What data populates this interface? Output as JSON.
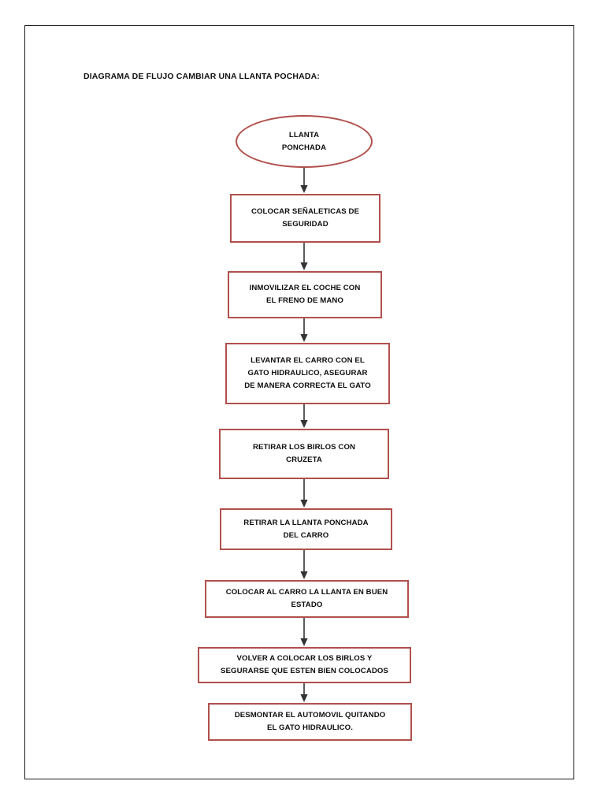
{
  "document": {
    "title": "DIAGRAMA DE FLUJO CAMBIAR UNA LLANTA POCHADA:"
  },
  "theme": {
    "shape_border": "#B0504D",
    "connector": "#333333",
    "page_border": "#1a1a1a",
    "text": "#0d0d0d",
    "background": "#ffffff"
  },
  "flowchart": {
    "type": "flowchart",
    "orientation": "vertical-top-down",
    "nodes": [
      {
        "id": "n1",
        "shape": "terminator",
        "text": "LLANTA\nPONCHADA"
      },
      {
        "id": "n2",
        "shape": "process",
        "text": "COLOCAR SEÑALETICAS DE\nSEGURIDAD"
      },
      {
        "id": "n3",
        "shape": "process",
        "text": "INMOVILIZAR EL COCHE CON\nEL FRENO DE MANO"
      },
      {
        "id": "n4",
        "shape": "process",
        "text": "LEVANTAR EL CARRO CON EL\nGATO HIDRAULICO, ASEGURAR\nDE MANERA CORRECTA EL GATO"
      },
      {
        "id": "n5",
        "shape": "process",
        "text": "RETIRAR LOS BIRLOS CON\nCRUZETA"
      },
      {
        "id": "n6",
        "shape": "process",
        "text": "RETIRAR LA LLANTA PONCHADA\nDEL CARRO"
      },
      {
        "id": "n7",
        "shape": "process",
        "text": "COLOCAR AL CARRO LA  LLANTA EN BUEN\nESTADO"
      },
      {
        "id": "n8",
        "shape": "process",
        "text": "VOLVER A COLOCAR LOS BIRLOS Y\nSEGURARSE QUE ESTEN BIEN COLOCADOS"
      },
      {
        "id": "n9",
        "shape": "process",
        "text": "DESMONTAR EL AUTOMOVIL QUITANDO\nEL GATO HIDRAULICO."
      }
    ],
    "edges": [
      {
        "from": "n1",
        "to": "n2"
      },
      {
        "from": "n2",
        "to": "n3"
      },
      {
        "from": "n3",
        "to": "n4"
      },
      {
        "from": "n4",
        "to": "n5"
      },
      {
        "from": "n5",
        "to": "n6"
      },
      {
        "from": "n6",
        "to": "n7"
      },
      {
        "from": "n7",
        "to": "n8"
      },
      {
        "from": "n8",
        "to": "n9"
      }
    ]
  }
}
